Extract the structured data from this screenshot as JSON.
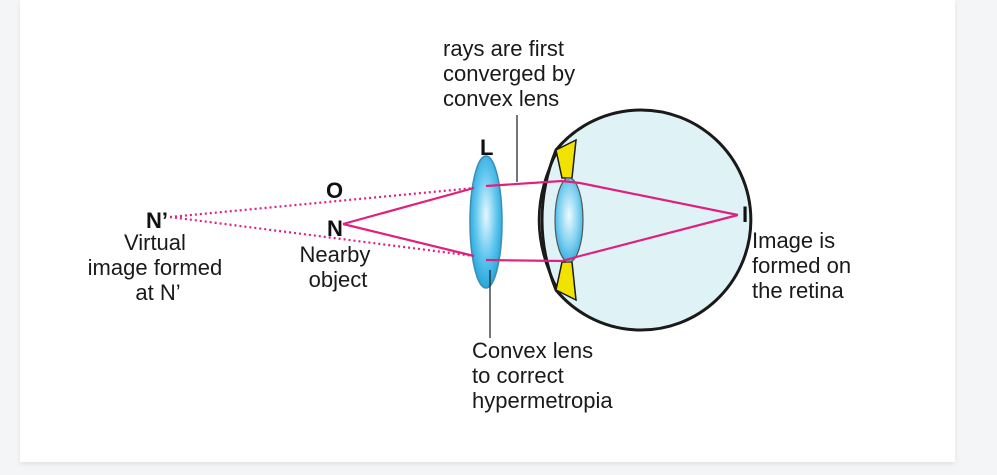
{
  "labels": {
    "top_annotation": [
      "rays are first",
      "converged by",
      "convex lens"
    ],
    "lens_letter": "L",
    "point_o": "O",
    "point_n": "N",
    "point_n_prime": "N’",
    "point_i": "I",
    "virtual_image": [
      "Virtual",
      "image formed",
      "at N’"
    ],
    "nearby_object": [
      "Nearby",
      "object"
    ],
    "image_retina": [
      "Image is",
      "formed on",
      "the retina"
    ],
    "bottom_annotation": [
      "Convex lens",
      "to correct",
      "hypermetropia"
    ]
  },
  "colors": {
    "ray": "#e0207e",
    "eye_fill": "#dff3f7",
    "lens_fill": "#35b6ea",
    "iris": "#f2e200",
    "outline": "#1a1a1a"
  }
}
